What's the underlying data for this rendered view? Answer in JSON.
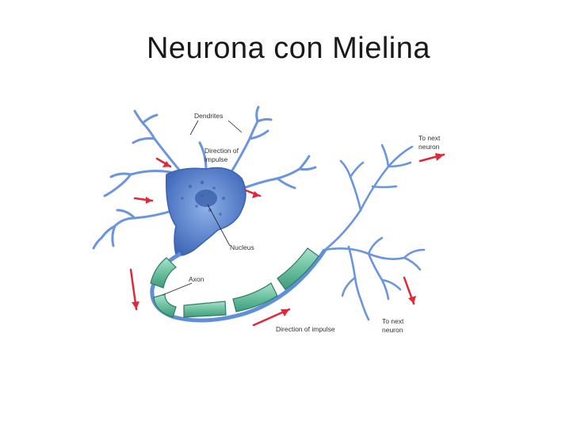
{
  "title": "Neurona con Mielina",
  "labels": {
    "dendrites": "Dendrites",
    "direction_top_1": "Direction of",
    "direction_top_2": "impulse",
    "nucleus": "Nucleus",
    "axon": "Axon",
    "direction_bottom": "Direction of impulse",
    "next_top_1": "To next",
    "next_top_2": "neuron",
    "next_bottom_1": "To next",
    "next_bottom_2": "neuron"
  },
  "colors": {
    "neuron": "#5f8fd8",
    "neuron_dark": "#3a62b0",
    "myelin": "#7ac7a8",
    "myelin_dark": "#3f9a7c",
    "arrow": "#e0283a"
  }
}
